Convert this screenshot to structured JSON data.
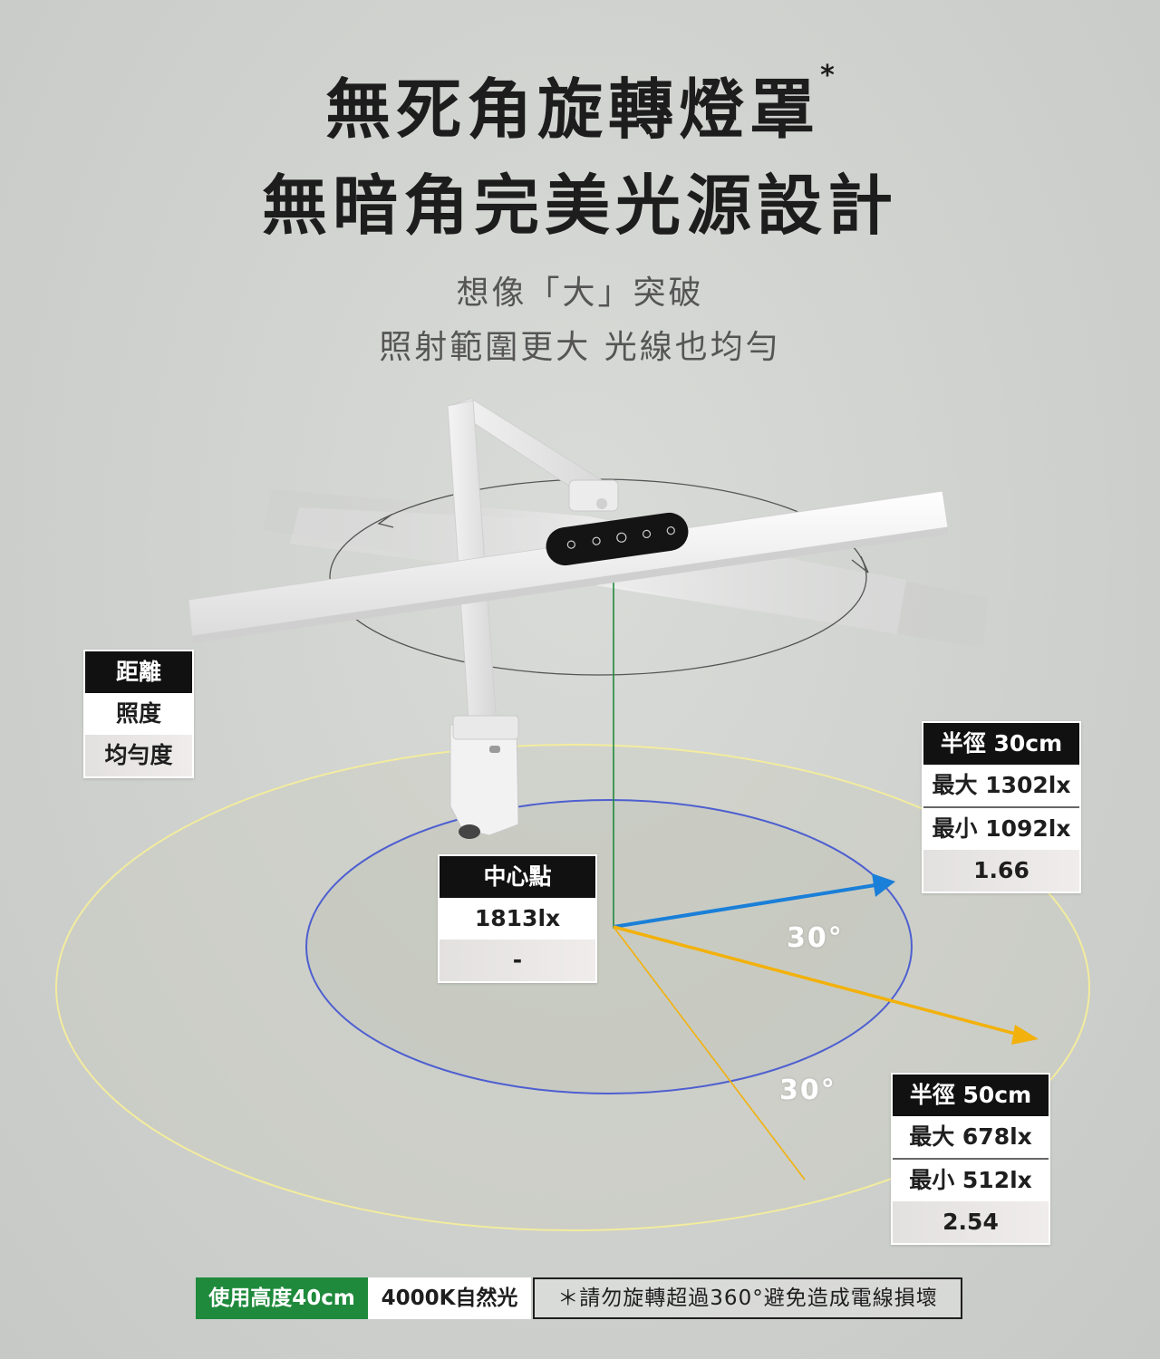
{
  "title": {
    "line1": "無死角旋轉燈罩",
    "line1_mark": "*",
    "line2": "無暗角完美光源設計"
  },
  "subtitle": {
    "line1": "想像「大」突破",
    "line2": "照射範圍更大 光線也均勻"
  },
  "legend": {
    "distance": "距離",
    "illuminance": "照度",
    "uniformity": "均勻度"
  },
  "center": {
    "label": "中心點",
    "lux": "1813lx",
    "uniformity": "-"
  },
  "radius30": {
    "label": "半徑 30cm",
    "max": "最大 1302lx",
    "min": "最小 1092lx",
    "uniformity": "1.66"
  },
  "radius50": {
    "label": "半徑 50cm",
    "max": "最大  678lx",
    "min": "最小  512lx",
    "uniformity": "2.54"
  },
  "angles": {
    "a1": "30°",
    "a2": "30°"
  },
  "footer": {
    "height": "使用高度40cm",
    "color_temp": "4000K自然光",
    "note": "＊請勿旋轉超過360°避免造成電線損壞"
  },
  "panel": {
    "icons": [
      "sun-dim-icon",
      "sun-mid-icon",
      "power-icon",
      "sun-bright-icon",
      "moon-icon"
    ]
  },
  "colors": {
    "accent_green": "#1f8a3c",
    "ray_blue": "#1a7fd8",
    "ray_orange": "#f2b10c",
    "ellipse_blue": "#4e5fd0",
    "ellipse_yellow": "#f3ec9e"
  }
}
